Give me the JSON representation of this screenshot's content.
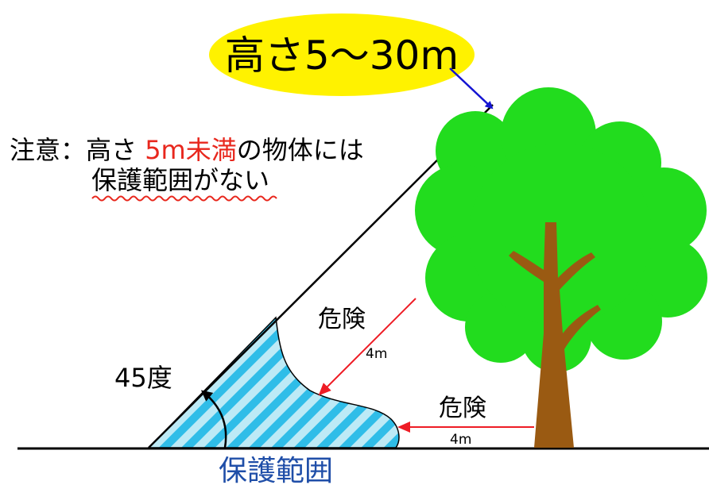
{
  "height_label": {
    "text": "高さ5〜30m",
    "ellipse_color": "#fff200",
    "arrow_color": "#1414d2"
  },
  "caution": {
    "prefix": "注意：高さ ",
    "highlight": "5m未満",
    "suffix": "の物体には",
    "line2": "保護範囲がない",
    "highlight_color": "#e8271d",
    "wave_color": "#e8271d"
  },
  "angle_label": "45度",
  "danger_diagonal": {
    "label": "危険",
    "distance": "4m"
  },
  "danger_horizontal": {
    "label": "危険",
    "distance": "4m"
  },
  "protection_label": {
    "text": "保護範囲",
    "color": "#1f4ea8"
  },
  "colors": {
    "hatch_light": "#bdeaf6",
    "hatch_stripe": "#2fbde8",
    "foliage": "#22dc1e",
    "trunk": "#9a5a12",
    "danger_arrow": "#ee1c25"
  }
}
